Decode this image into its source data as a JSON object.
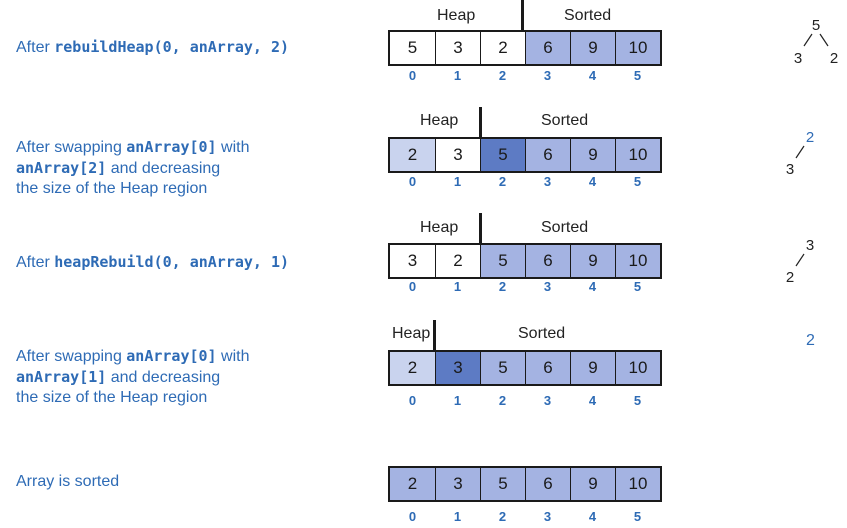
{
  "colors": {
    "text_blue": "#2e6bb5",
    "heap_white": "#ffffff",
    "heap_light": "#c9d3ee",
    "sorted_medium": "#a4b3e2",
    "just_swapped": "#5d7bc4"
  },
  "region_labels": {
    "heap": "Heap",
    "sorted": "Sorted"
  },
  "steps": [
    {
      "desc": {
        "prefix": "After ",
        "code": "rebuildHeap(0, anArray, 2)"
      },
      "values": [
        "5",
        "3",
        "2",
        "6",
        "9",
        "10"
      ],
      "indices": [
        "0",
        "1",
        "2",
        "3",
        "4",
        "5"
      ],
      "tree": {
        "root": "5",
        "left": "3",
        "right": "2"
      }
    },
    {
      "desc": {
        "l1_prefix": "After swapping ",
        "l1_code": "anArray[0]",
        "l1_suffix": " with",
        "l2_code": "anArray[2]",
        "l2_suffix": " and decreasing",
        "l3": "the size of  the Heap region"
      },
      "values": [
        "2",
        "3",
        "5",
        "6",
        "9",
        "10"
      ],
      "indices": [
        "0",
        "1",
        "2",
        "3",
        "4",
        "5"
      ],
      "tree": {
        "root": "2",
        "left": "3"
      }
    },
    {
      "desc": {
        "prefix": "After ",
        "code": "heapRebuild(0, anArray, 1)"
      },
      "values": [
        "3",
        "2",
        "5",
        "6",
        "9",
        "10"
      ],
      "indices": [
        "0",
        "1",
        "2",
        "3",
        "4",
        "5"
      ],
      "tree": {
        "root": "3",
        "left": "2"
      }
    },
    {
      "desc": {
        "l1_prefix": "After swapping ",
        "l1_code": "anArray[0]",
        "l1_suffix": " with",
        "l2_code": "anArray[1]",
        "l2_suffix": " and decreasing",
        "l3": "the size of  the Heap region"
      },
      "values": [
        "2",
        "3",
        "5",
        "6",
        "9",
        "10"
      ],
      "indices": [
        "0",
        "1",
        "2",
        "3",
        "4",
        "5"
      ],
      "tree": {
        "root": "2"
      }
    },
    {
      "desc": {
        "text": "Array is sorted"
      },
      "values": [
        "2",
        "3",
        "5",
        "6",
        "9",
        "10"
      ],
      "indices": [
        "0",
        "1",
        "2",
        "3",
        "4",
        "5"
      ]
    }
  ]
}
